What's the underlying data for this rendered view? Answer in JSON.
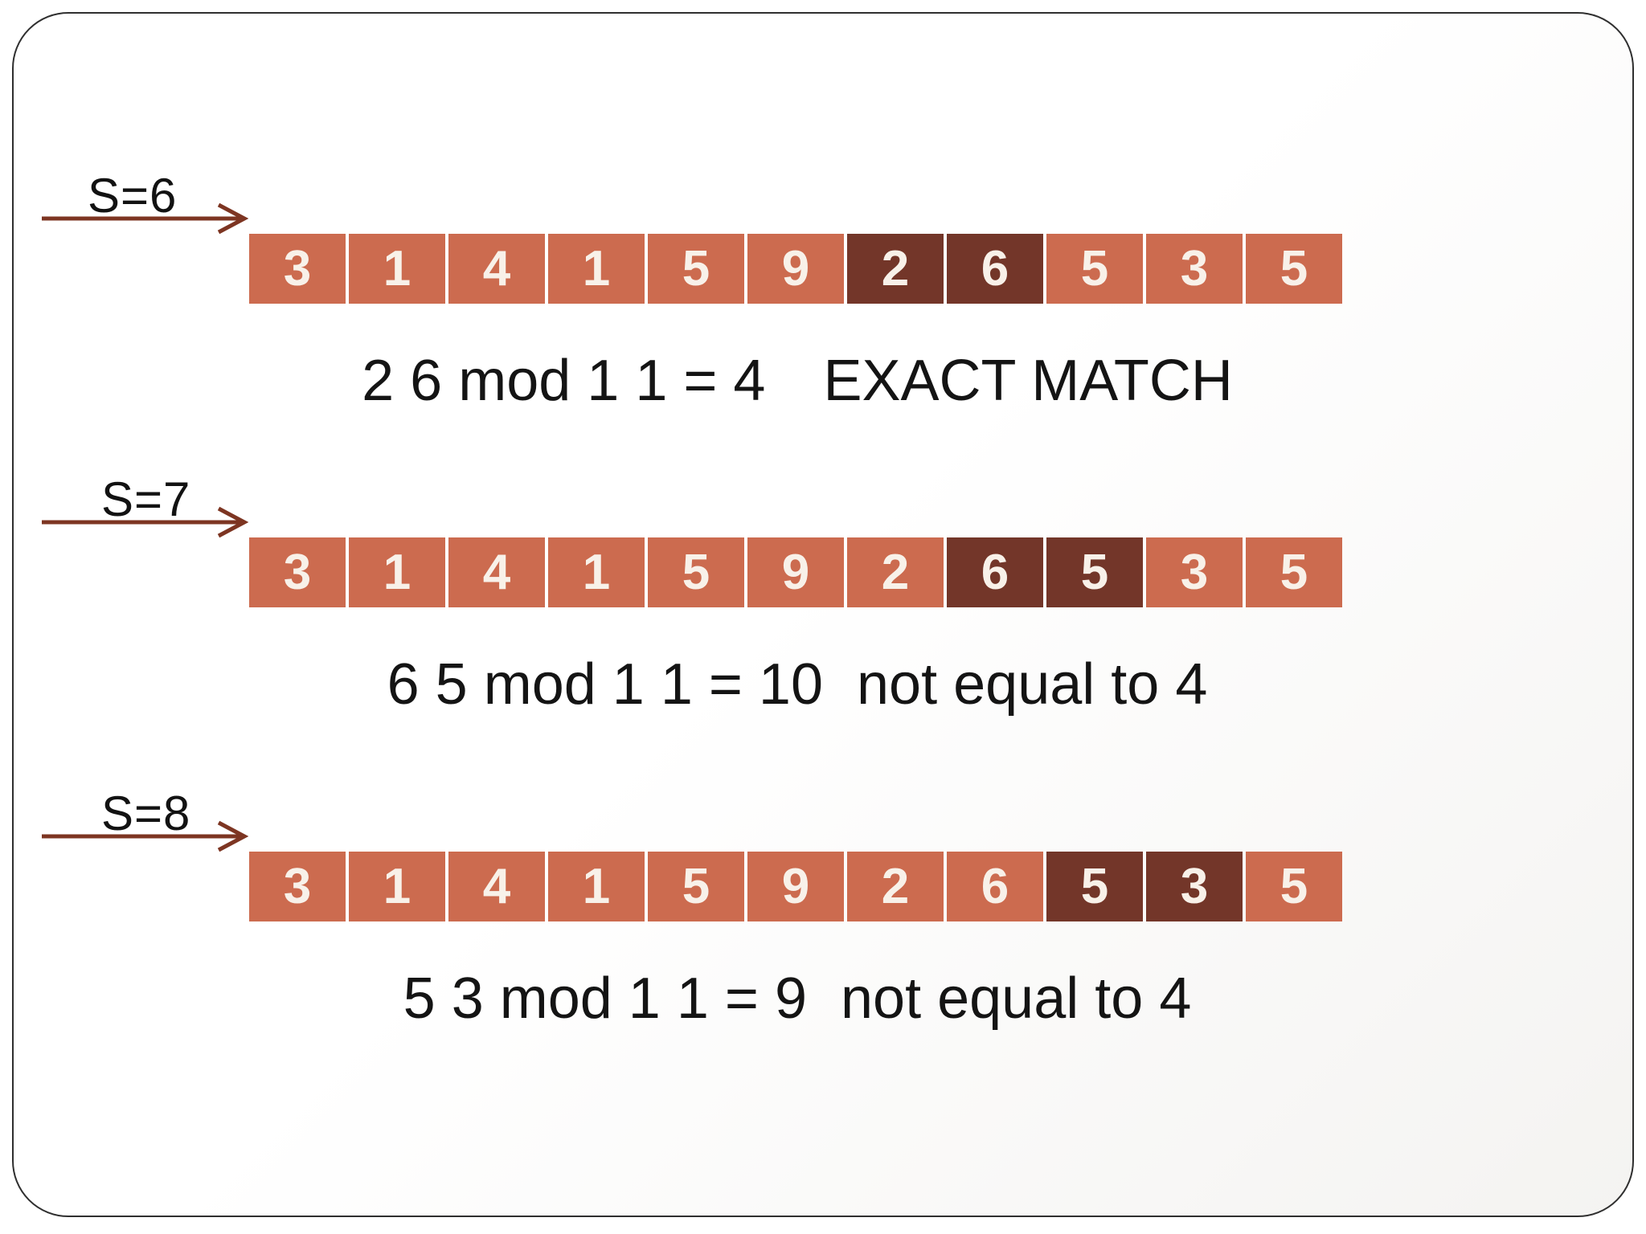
{
  "slide": {
    "rows": [
      {
        "label": "S=6",
        "cells": [
          "3",
          "1",
          "4",
          "1",
          "5",
          "9",
          "2",
          "6",
          "5",
          "3",
          "5"
        ],
        "highlight": [
          6,
          7
        ],
        "caption": {
          "equation": "2 6 mod 1 1 = 4",
          "result": "EXACT MATCH"
        }
      },
      {
        "label": "S=7",
        "cells": [
          "3",
          "1",
          "4",
          "1",
          "5",
          "9",
          "2",
          "6",
          "5",
          "3",
          "5"
        ],
        "highlight": [
          7,
          8
        ],
        "caption": {
          "equation": "6 5 mod 1 1 = 10",
          "result": "not equal to 4"
        }
      },
      {
        "label": "S=8",
        "cells": [
          "3",
          "1",
          "4",
          "1",
          "5",
          "9",
          "2",
          "6",
          "5",
          "3",
          "5"
        ],
        "highlight": [
          8,
          9
        ],
        "caption": {
          "equation": "5 3 mod 1 1 = 9",
          "result": "not equal to 4"
        }
      }
    ],
    "colors": {
      "cell": "#cc6b4f",
      "cell_highlight": "#733629",
      "cell_text": "#f8f1e9",
      "arrow": "#7d3522",
      "caption_text": "#141414",
      "border": "#2f2f2f"
    }
  }
}
